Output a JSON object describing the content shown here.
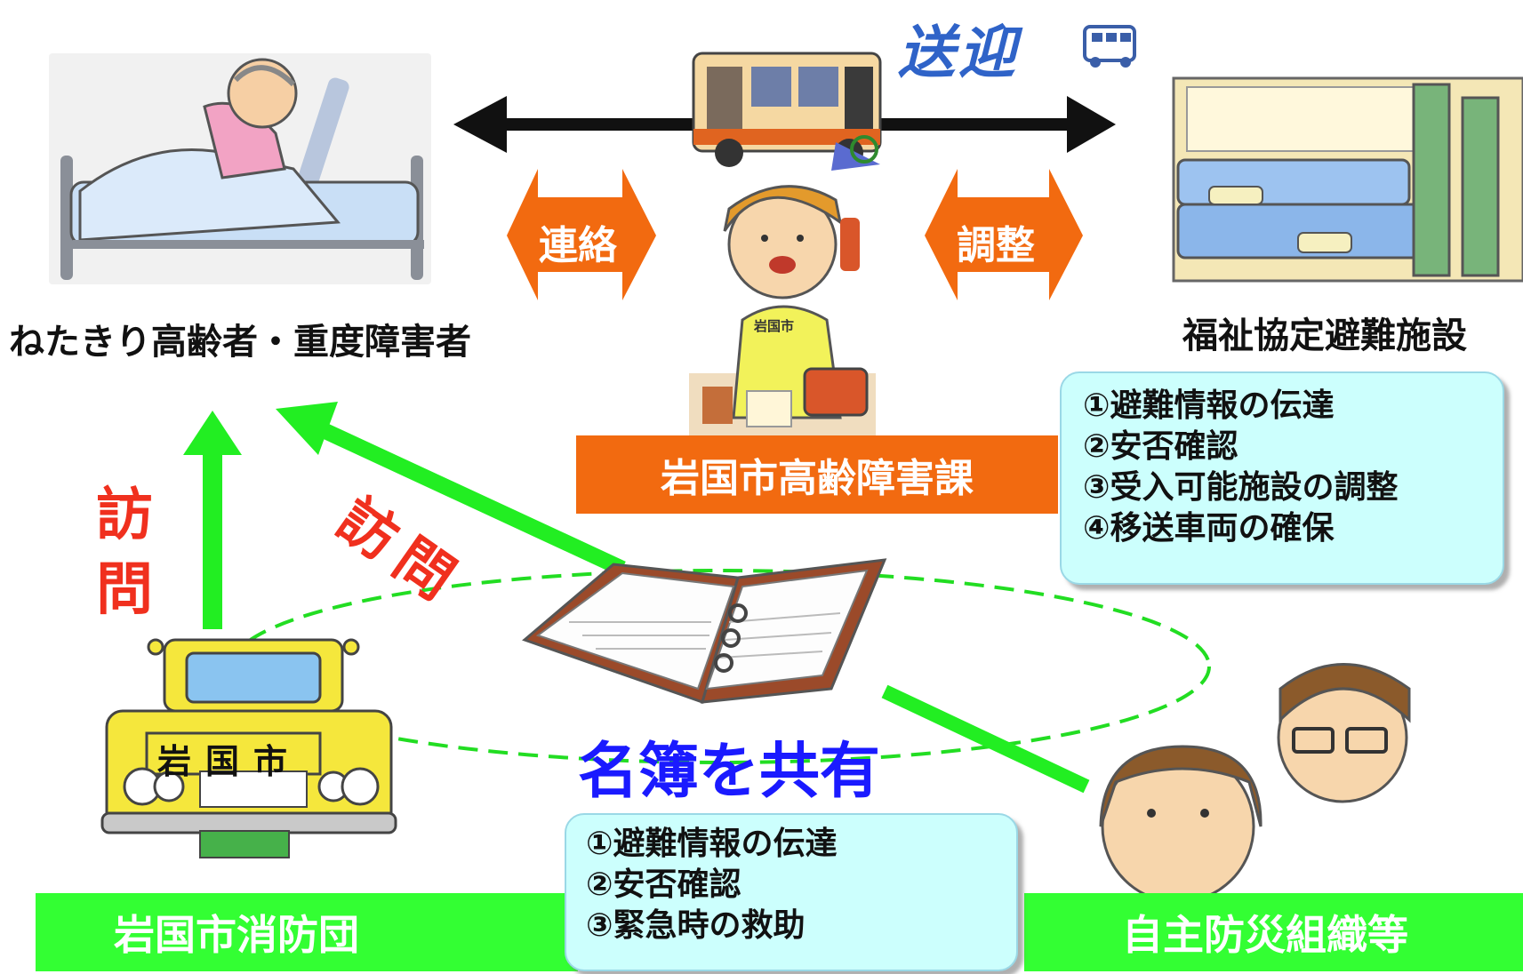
{
  "title_banner": "送迎",
  "nodes": {
    "bedridden": "ねたきり高齢者・重度障害者",
    "facility": "福祉協定避難施設",
    "city_office": "岩国市高齢障害課",
    "fire_brigade": "岩国市消防団",
    "disaster_org": "自主防災組織等"
  },
  "arrows": {
    "contact": "連絡",
    "coordination": "調整",
    "visit_vertical_1": "訪",
    "visit_vertical_2": "問",
    "visit_diag_1": "訪",
    "visit_diag_2": "問"
  },
  "center_caption": "名簿を共有",
  "car_sign": "岩国市",
  "vest_label": "岩国市",
  "office_tasks": [
    "①避難情報の伝達",
    "②安否確認",
    "③受入可能施設の調整",
    "④移送車両の確保"
  ],
  "community_tasks": [
    "①避難情報の伝達",
    "②安否確認",
    "③緊急時の救助"
  ],
  "colors": {
    "orange": "#f26a10",
    "green": "#33ff33",
    "info_bg": "#ccfffd",
    "visit_red": "#f0301e",
    "caption_blue": "#1a1aff"
  }
}
